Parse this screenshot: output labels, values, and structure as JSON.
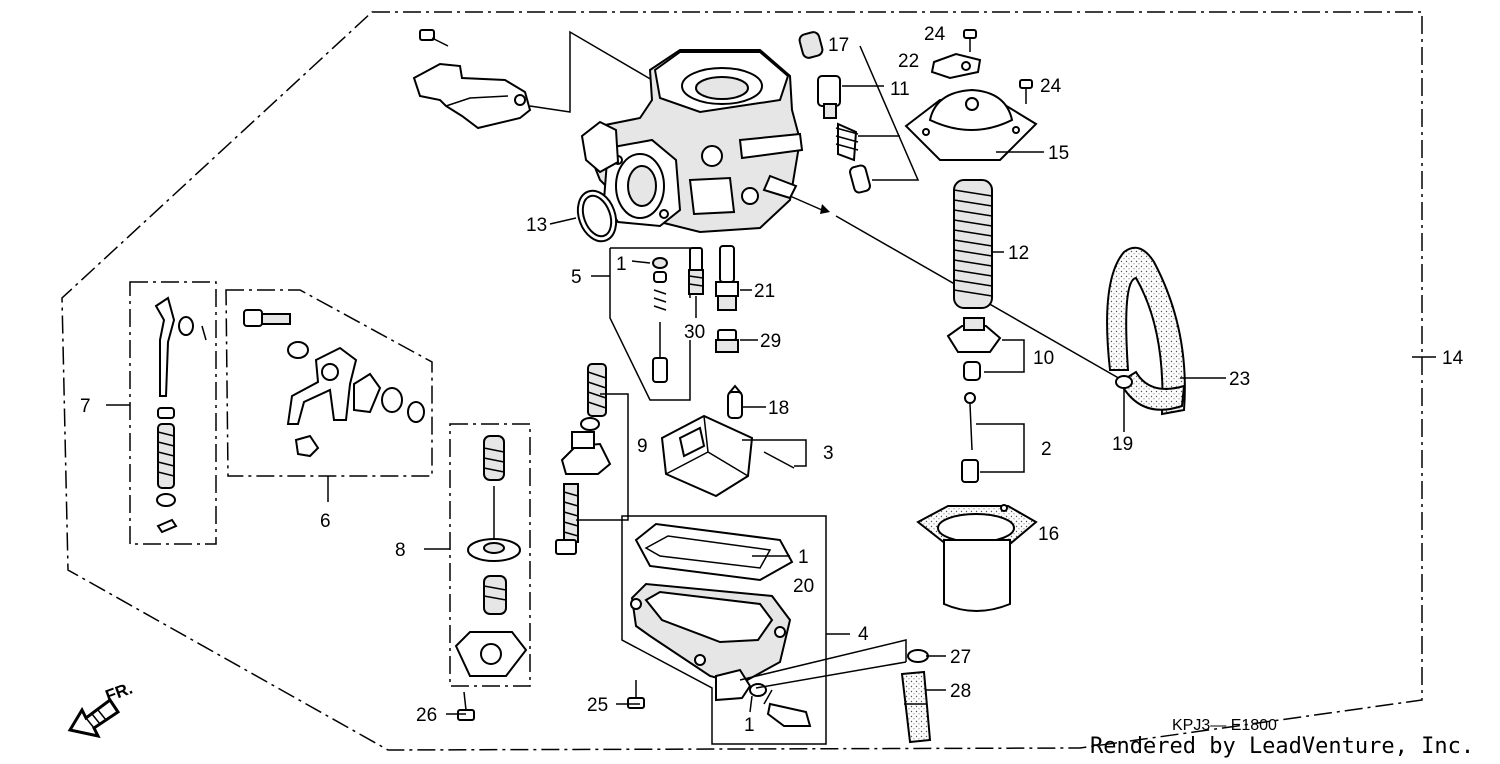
{
  "diagram_code": "KPJ3— E1800",
  "credit": "Rendered by LeadVenture, Inc.",
  "front_marker": "FR.",
  "labels": {
    "l1a": "1",
    "l1b": "1",
    "l1c": "1",
    "l2": "2",
    "l3": "3",
    "l4": "4",
    "l5": "5",
    "l6": "6",
    "l7": "7",
    "l8": "8",
    "l9": "9",
    "l10": "10",
    "l11": "11",
    "l12": "12",
    "l13": "13",
    "l14": "14",
    "l15": "15",
    "l16": "16",
    "l17": "17",
    "l18": "18",
    "l19": "19",
    "l20": "20",
    "l21": "21",
    "l22": "22",
    "l23": "23",
    "l24a": "24",
    "l24b": "24",
    "l25": "25",
    "l26": "26",
    "l27": "27",
    "l28": "28",
    "l29": "29",
    "l30": "30"
  }
}
